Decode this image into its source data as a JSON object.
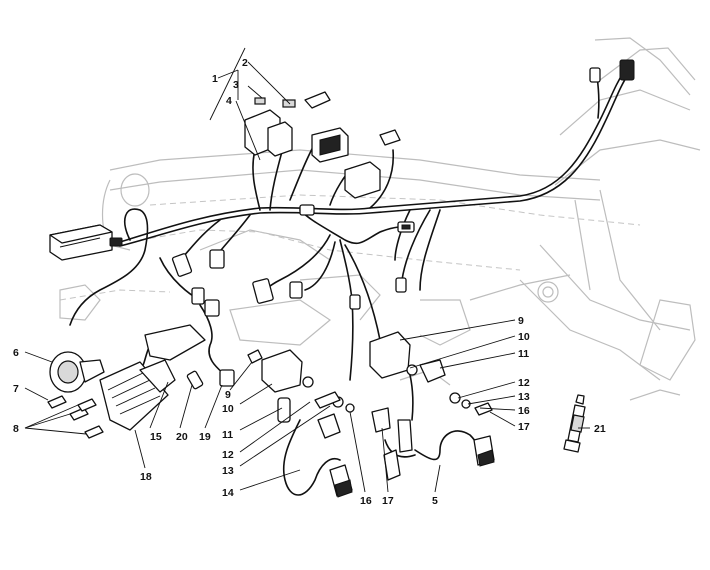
{
  "diagram": {
    "callouts": {
      "n1": "1",
      "n2": "2",
      "n3": "3",
      "n4": "4",
      "n5": "5",
      "n6": "6",
      "n7": "7",
      "n8": "8",
      "n9a": "9",
      "n9b": "9",
      "n10a": "10",
      "n10b": "10",
      "n11a": "11",
      "n11b": "11",
      "n12a": "12",
      "n12b": "12",
      "n13a": "13",
      "n13b": "13",
      "n14": "14",
      "n15": "15",
      "n16a": "16",
      "n16b": "16",
      "n17a": "17",
      "n17b": "17",
      "n18": "18",
      "n19": "19",
      "n20": "20",
      "n21": "21"
    }
  }
}
